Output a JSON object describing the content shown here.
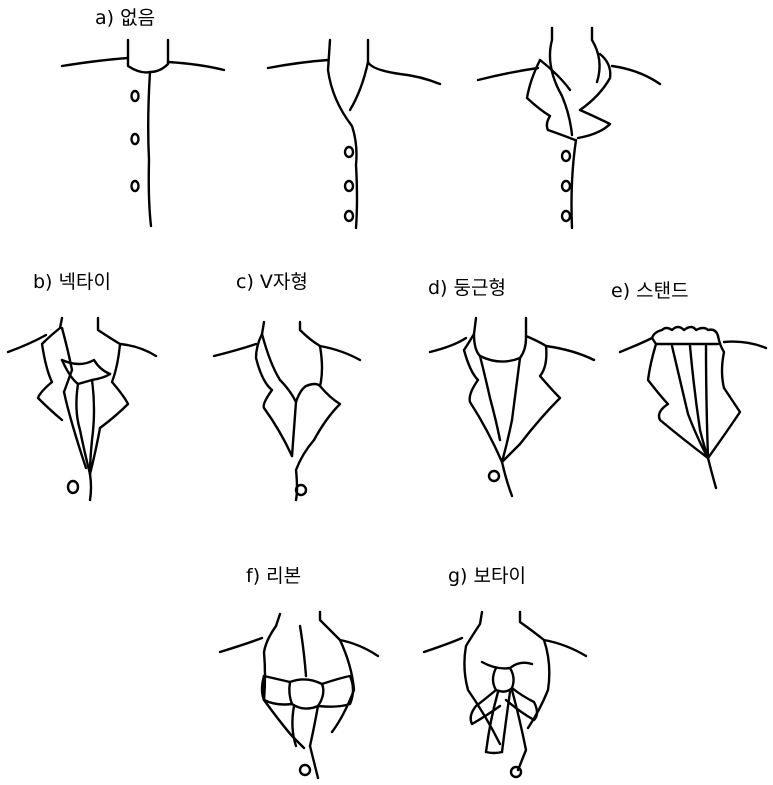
{
  "labels": {
    "a": "a)  없음",
    "b": "b)  넥타이",
    "c": "c)  V자형",
    "d": "d)  둥근형",
    "e": "e)  스탠드",
    "f": "f)  리본",
    "g": "g)  보타이"
  }
}
